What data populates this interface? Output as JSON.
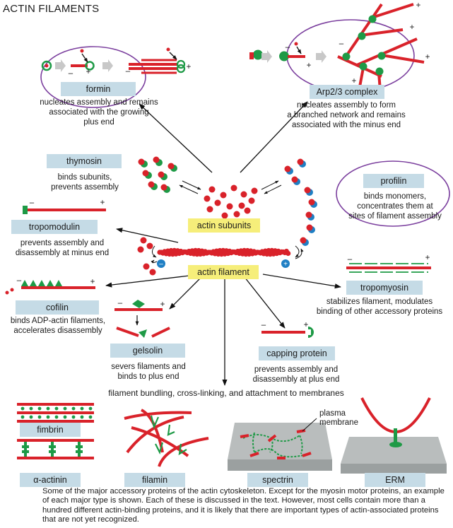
{
  "title": "ACTIN FILAMENTS",
  "center": {
    "actin_subunits": "actin subunits",
    "actin_filament": "actin filament"
  },
  "proteins": {
    "formin": {
      "name": "formin",
      "desc": [
        "nucleates assembly and remains",
        "associated with the growing",
        "plus end"
      ]
    },
    "arp23": {
      "name": "Arp2/3 complex",
      "desc": [
        "nucleates assembly to form",
        "a branched network and remains",
        "associated with the minus end"
      ]
    },
    "thymosin": {
      "name": "thymosin",
      "desc": [
        "binds subunits,",
        "prevents assembly"
      ]
    },
    "profilin": {
      "name": "profilin",
      "desc": [
        "binds monomers,",
        "concentrates them at",
        "sites of filament assembly"
      ]
    },
    "tropomodulin": {
      "name": "tropomodulin",
      "desc": [
        "prevents assembly and",
        "disassembly at minus end"
      ]
    },
    "tropomyosin": {
      "name": "tropomyosin",
      "desc": [
        "stabilizes filament, modulates",
        "binding of other accessory proteins"
      ]
    },
    "cofilin": {
      "name": "cofilin",
      "desc": [
        "binds ADP-actin filaments,",
        "accelerates disassembly"
      ]
    },
    "gelsolin": {
      "name": "gelsolin",
      "desc": [
        "severs filaments and",
        "binds to plus end"
      ]
    },
    "capping": {
      "name": "capping protein",
      "desc": [
        "prevents assembly and",
        "disassembly at plus end"
      ]
    }
  },
  "bundling_heading": "filament bundling, cross-linking, and attachment to membranes",
  "bundling": {
    "fimbrin": "fimbrin",
    "alpha_actinin": "α-actinin",
    "filamin": "filamin",
    "spectrin": "spectrin",
    "erm": "ERM",
    "plasma_membrane": [
      "plasma",
      "membrane"
    ]
  },
  "signs": {
    "plus": "+",
    "minus": "–"
  },
  "caption": "Some of the major accessory proteins of the actin cytoskeleton. Except for the myosin motor proteins, an example of each major type is shown. Each of these is discussed in the text. However, most cells contain more than a hundred different actin-binding proteins, and it is likely that there are important types of actin-associated proteins that are not yet recognized.",
  "colors": {
    "actin": "#d9222a",
    "protein": "#1e9a46",
    "box": "#c5dbe6",
    "yellow": "#f6ee7a",
    "ellipse": "#7b3f9e",
    "arrow": "#111111",
    "blue": "#1f7fc4",
    "gray_arrow": "#c8c8c8",
    "plate": "#b9bdbd"
  }
}
